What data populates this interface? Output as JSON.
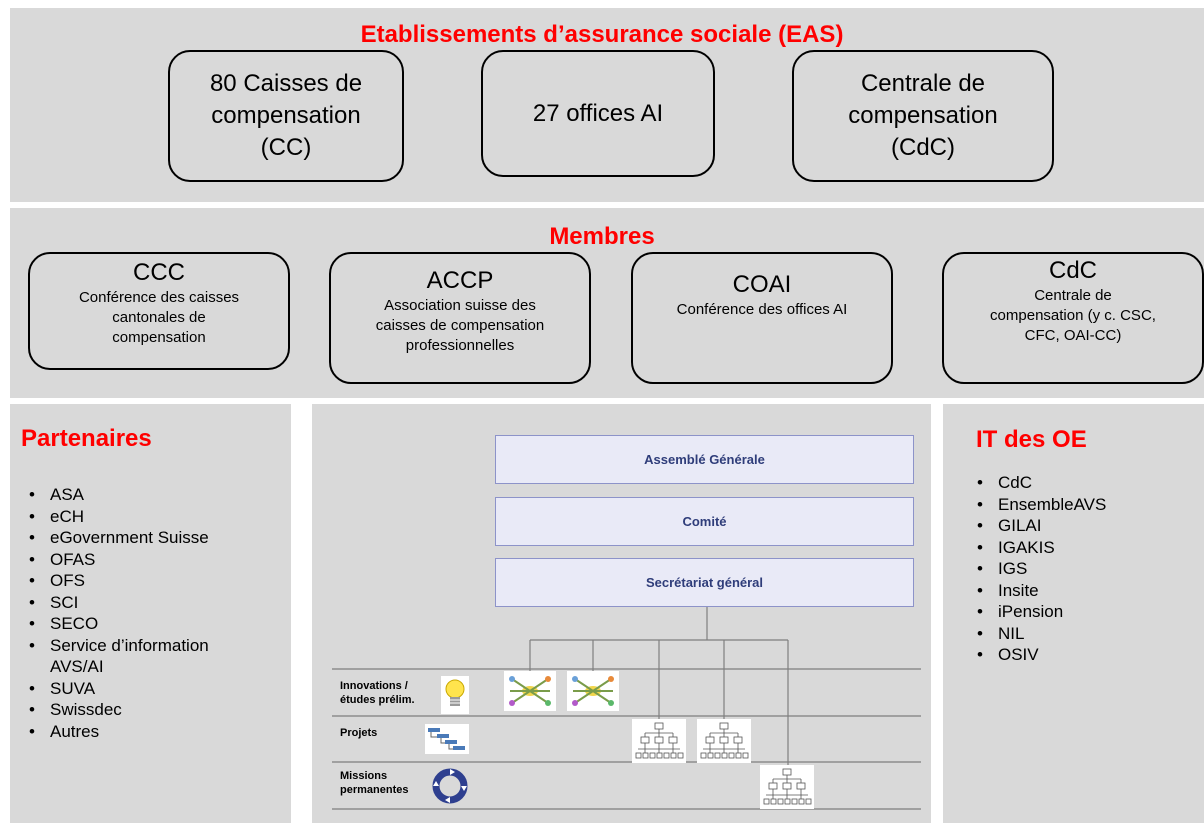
{
  "eas": {
    "title": "Etablissements  d’assurance sociale (EAS)",
    "boxes": [
      "80 Caisses de\ncompensation\n(CC)",
      "27 offices AI",
      "Centrale de\ncompensation\n(CdC)"
    ]
  },
  "membres": {
    "title": "Membres",
    "boxes": [
      {
        "abbr": "CCC",
        "full": "Conférence des caisses\ncantonales de\ncompensation"
      },
      {
        "abbr": "ACCP",
        "full": "Association suisse des\ncaisses de compensation\nprofessionnelles"
      },
      {
        "abbr": "COAI",
        "full": "Conférence des offices AI"
      },
      {
        "abbr": "CdC",
        "full": "Centrale de\ncompensation (y c. CSC,\nCFC, OAI-CC)"
      }
    ]
  },
  "partenaires": {
    "title": "Partenaires",
    "items": [
      "ASA",
      "eCH",
      "eGovernment Suisse",
      "OFAS",
      "OFS",
      "SCI",
      "SECO",
      "Service d’information",
      "SUVA",
      "Swissdec",
      "Autres"
    ],
    "item7_cont": "AVS/AI"
  },
  "it": {
    "title": "IT des OE",
    "items": [
      "CdC",
      "EnsembleAVS",
      "GILAI",
      "IGAKIS",
      "IGS",
      "Insite",
      "iPension",
      "NIL",
      "OSIV"
    ]
  },
  "org": {
    "assemblee": "Assemblé Générale",
    "comite": "Comité",
    "secretariat": "Secrétariat général",
    "rows": {
      "innovations_1": "Innovations /",
      "innovations_2": "études prélim.",
      "projets": "Projets",
      "missions_1": "Missions",
      "missions_2": "permanentes"
    }
  },
  "colors": {
    "panel": "#d9d9d9",
    "title_red": "#ff0000",
    "gov_fill": "#e9eaf7",
    "gov_text": "#2f3d7a"
  },
  "icons": [
    "lightbulb-icon",
    "gantt-icon",
    "cycle-icon",
    "mindmap-icon",
    "hierarchy-icon"
  ]
}
